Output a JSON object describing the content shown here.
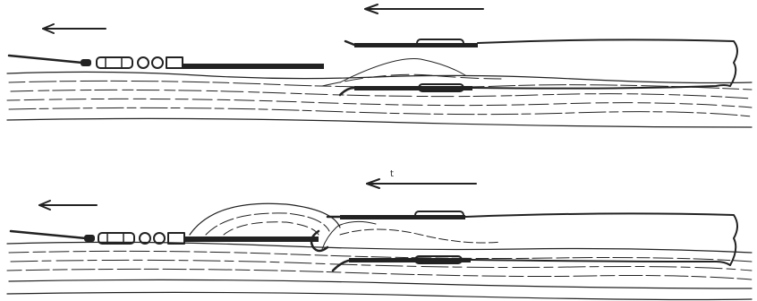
{
  "figure": {
    "ink_color": "#222222",
    "background": "#ffffff",
    "panels": [
      {
        "id": "top",
        "arrow_label": ""
      },
      {
        "id": "bottom",
        "arrow_label": "t"
      }
    ]
  }
}
